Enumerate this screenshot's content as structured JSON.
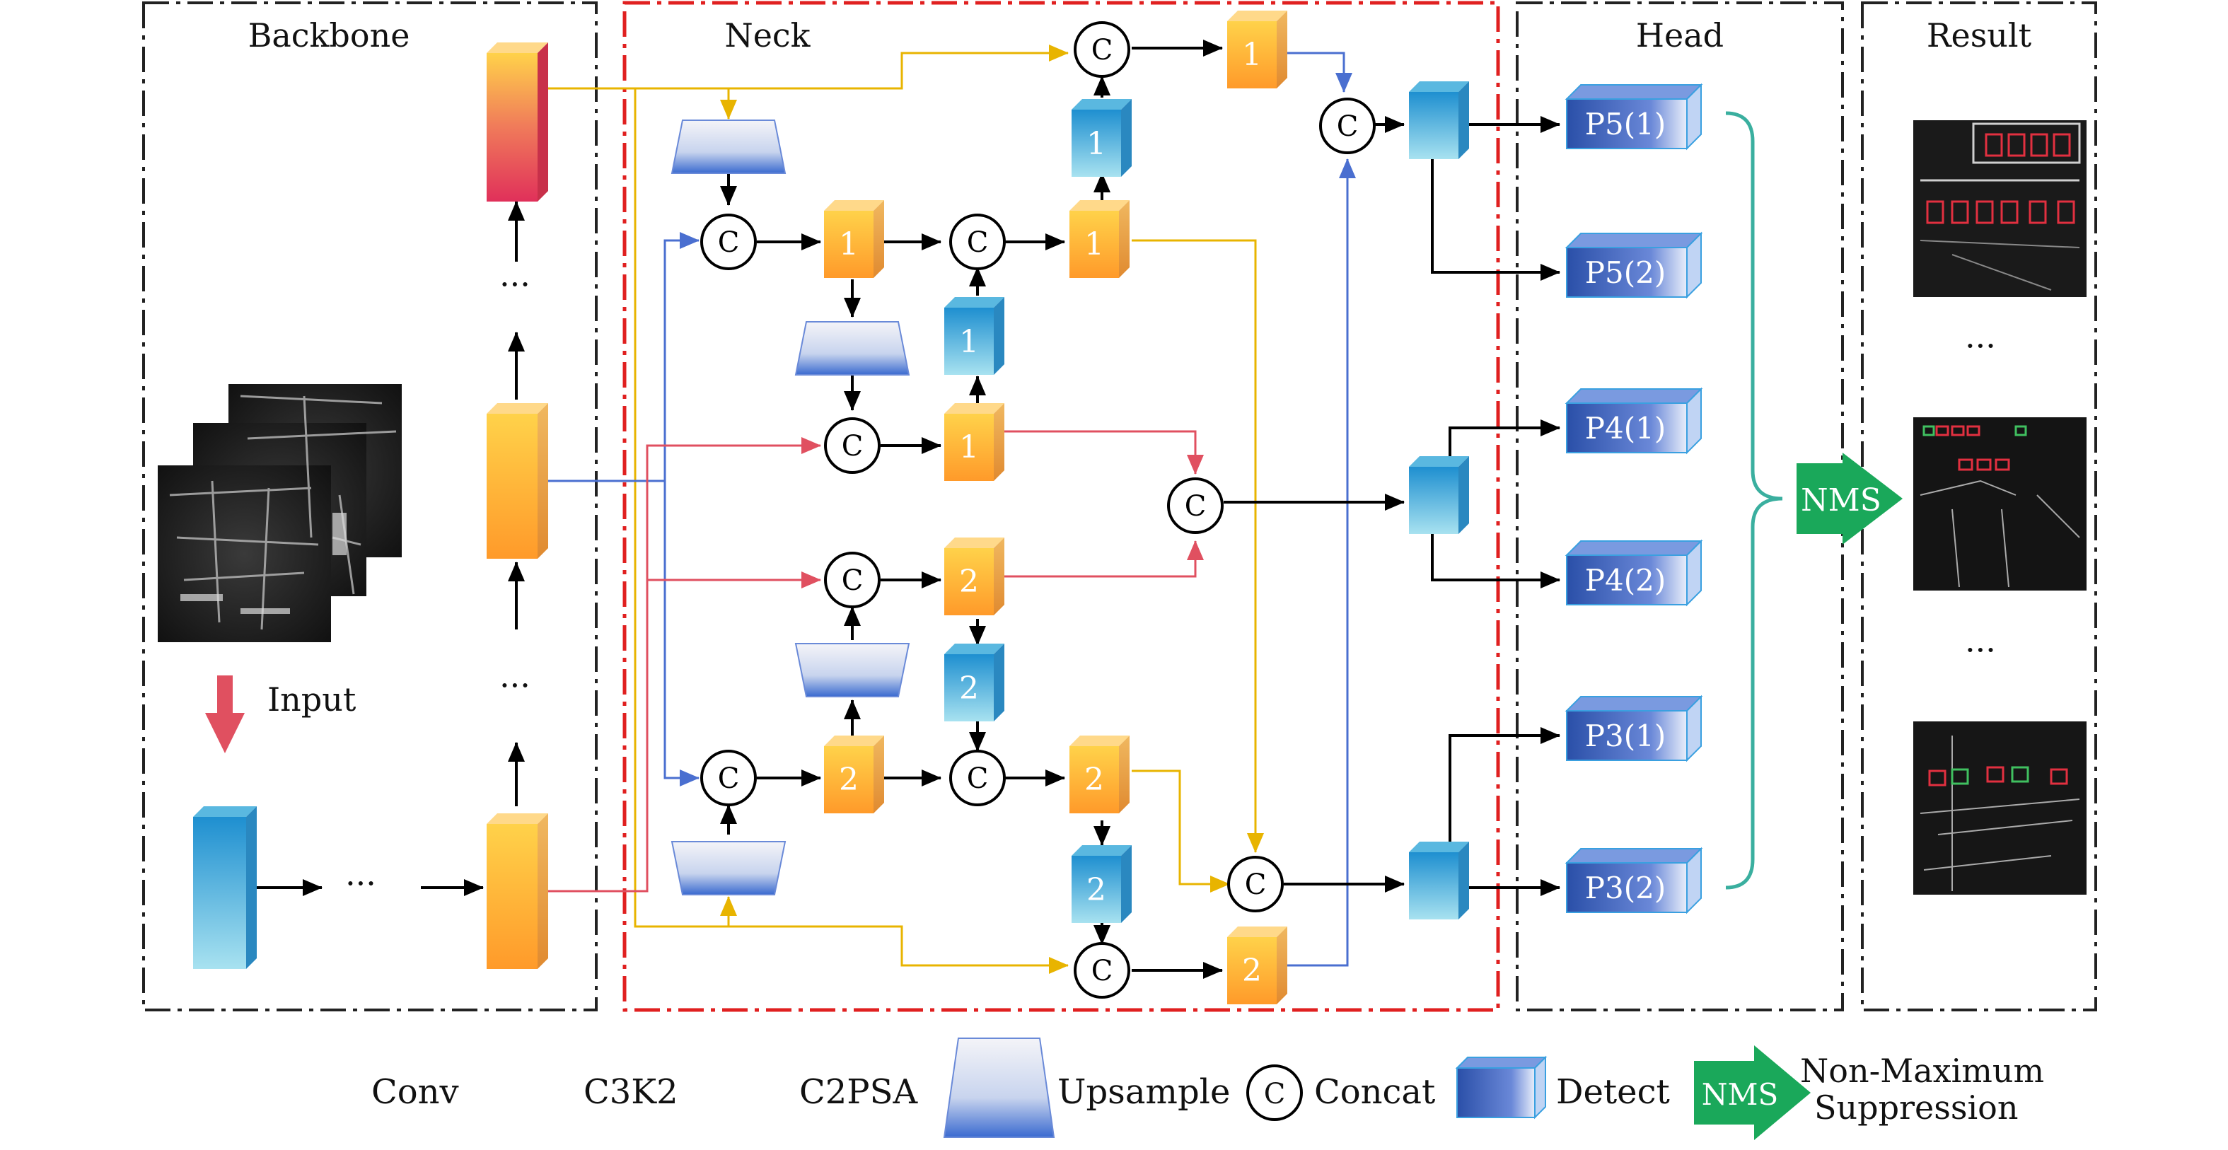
{
  "panels": {
    "backbone": "Backbone",
    "neck": "Neck",
    "head": "Head",
    "result": "Result"
  },
  "labels": {
    "input": "Input",
    "ellipsis": "···",
    "nms": "NMS",
    "concat_symbol": "C"
  },
  "neck_block_numbers": {
    "b1_top": "1",
    "b1_concat": "1",
    "b1_after": "1",
    "b1_mid_blue": "1",
    "b1_lower": "1",
    "b1_top_blue": "1",
    "b2_upper": "2",
    "b2_mid_blue": "2",
    "b2_left": "2",
    "b2_right": "2",
    "b2_blue_lower": "2",
    "b2_bottom": "2"
  },
  "detect_heads": [
    "P5(1)",
    "P5(2)",
    "P4(1)",
    "P4(2)",
    "P3(1)",
    "P3(2)"
  ],
  "legend": {
    "conv": "Conv",
    "c3k2": "C3K2",
    "c2psa": "C2PSA",
    "upsample": "Upsample",
    "concat": "Concat",
    "detect": "Detect",
    "nms": "NMS",
    "nms_desc_line1": "Non-Maximum",
    "nms_desc_line2": "Suppression"
  },
  "colors": {
    "orange": "#f5a623",
    "yellow_line": "#e8b400",
    "red_line": "#e05060",
    "blue_line": "#4a6fd0",
    "teal_brace": "#3aaf9f",
    "nms_green": "#1aa85a",
    "panel_red": "#e02020"
  }
}
